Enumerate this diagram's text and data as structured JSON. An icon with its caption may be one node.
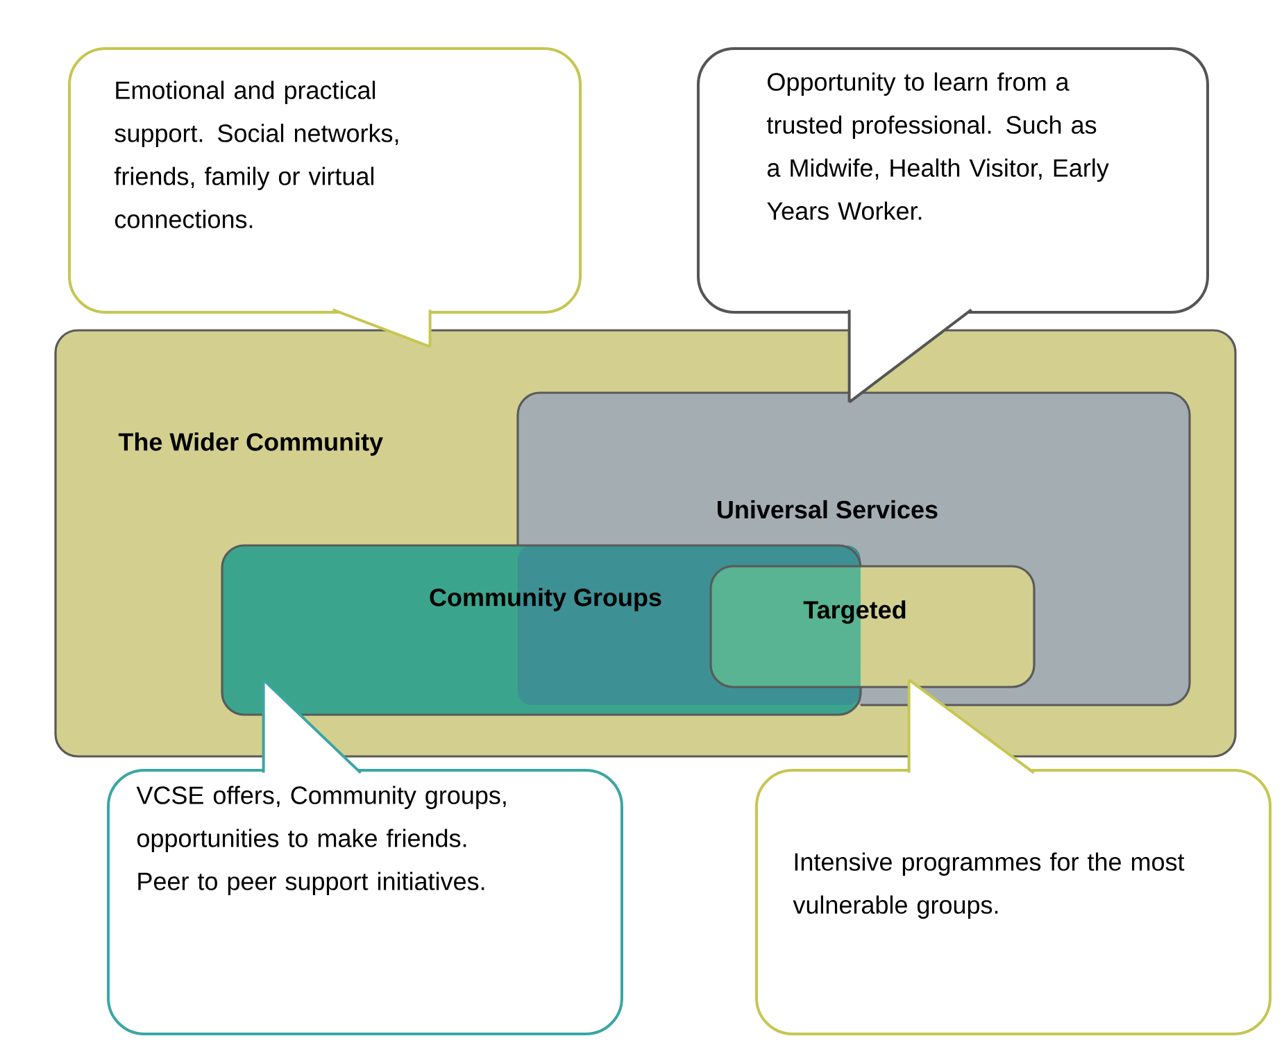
{
  "diagram": {
    "nodes": [
      {
        "text": [
          "The Wider Community"
        ]
      },
      {
        "text": [
          "Universal Services"
        ],
        "in": 0
      },
      {
        "text": [
          "Community Groups"
        ],
        "in": 0
      },
      {
        "text": [
          "Targeted"
        ],
        "in": 1
      },
      {
        "text": [
          "Emotional and practical support. Social networks, friends, family or virtual connections."
        ]
      },
      {
        "text": [
          "Opportunity to learn from a trusted professional. Such as a Midwife, Health Visitor, Early Years Worker."
        ]
      },
      {
        "text": [
          "VCSE offers, Community groups, opportunities to make friends. Peer to peer support initiatives."
        ]
      },
      {
        "text": [
          "Intensive programmes for the most vulnerable groups."
        ]
      }
    ],
    "edges": [
      {
        "from": 4,
        "to": 0,
        "arrow": "none",
        "color": "#c6c653"
      },
      {
        "from": 5,
        "to": 1,
        "arrow": "none",
        "color": "#555555"
      },
      {
        "from": 6,
        "to": 2,
        "arrow": "none",
        "color": "#3aa6a4"
      },
      {
        "from": 7,
        "to": 3,
        "arrow": "none",
        "color": "#c6c653"
      }
    ]
  }
}
